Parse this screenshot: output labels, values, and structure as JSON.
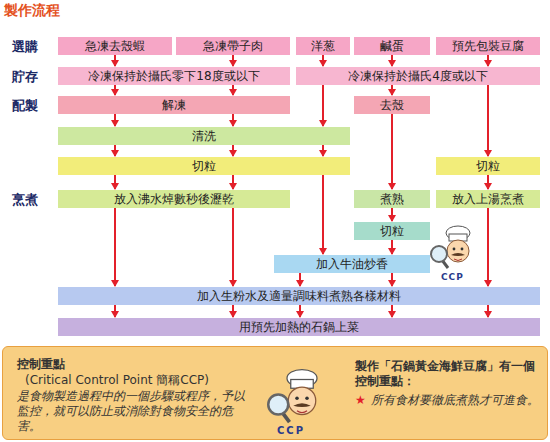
{
  "diagram": {
    "title": "製作流程",
    "nodes": [
      {
        "text": [
          "急凍去殼蝦"
        ]
      },
      {
        "text": [
          "急凍帶子肉"
        ]
      },
      {
        "text": [
          "洋葱"
        ]
      },
      {
        "text": [
          "鹹蛋"
        ]
      },
      {
        "text": [
          "預先包裝豆腐"
        ]
      },
      {
        "text": [
          "冷凍保持於攝氏零下18度或以下"
        ]
      },
      {
        "text": [
          "冷凍保持於攝氏4度或以下"
        ]
      },
      {
        "text": [
          "解凍"
        ]
      },
      {
        "text": [
          "去殼"
        ]
      },
      {
        "text": [
          "清洗"
        ]
      },
      {
        "text": [
          "切粒"
        ]
      },
      {
        "text": [
          "切粒"
        ]
      },
      {
        "text": [
          "放入沸水焯數秒後瀝乾"
        ]
      },
      {
        "text": [
          "煮熟"
        ]
      },
      {
        "text": [
          "放入上湯烹煮"
        ]
      },
      {
        "text": [
          "切粒"
        ]
      },
      {
        "text": [
          "加入牛油炒香"
        ]
      },
      {
        "text": [
          "加入生粉水及適量調味料煮熟各樣材料"
        ]
      },
      {
        "text": [
          "用預先加熱的石鍋上菜"
        ]
      },
      {
        "text": [
          "控制重點",
          "(Critical Control Point 簡稱CCP)",
          "是食物製造過程中的一個步驟或程序，予以監控，就可以防止或消除對食物安全的危害。",
          "製作「石鍋黃金海鮮豆腐」有一個控制重點：",
          "★",
          "所有食材要徹底煮熟才可進食。"
        ]
      }
    ],
    "edges": [
      {
        "from": 0,
        "to": 5,
        "arrow": "to"
      },
      {
        "from": 1,
        "to": 5,
        "arrow": "to"
      },
      {
        "from": 2,
        "to": 6,
        "arrow": "to"
      },
      {
        "from": 3,
        "to": 6,
        "arrow": "to"
      },
      {
        "from": 4,
        "to": 6,
        "arrow": "to"
      },
      {
        "from": 5,
        "to": 7,
        "arrow": "to"
      },
      {
        "from": 5,
        "to": 7,
        "arrow": "to"
      },
      {
        "from": 6,
        "to": 9,
        "arrow": "to"
      },
      {
        "from": 6,
        "to": 8,
        "arrow": "to"
      },
      {
        "from": 6,
        "to": 11,
        "arrow": "to"
      },
      {
        "from": 7,
        "to": 9,
        "arrow": "to"
      },
      {
        "from": 7,
        "to": 9,
        "arrow": "to"
      },
      {
        "from": 9,
        "to": 10,
        "arrow": "to"
      },
      {
        "from": 9,
        "to": 10,
        "arrow": "to"
      },
      {
        "from": 9,
        "to": 10,
        "arrow": "to"
      },
      {
        "from": 10,
        "to": 12,
        "arrow": "to"
      },
      {
        "from": 10,
        "to": 12,
        "arrow": "to"
      },
      {
        "from": 10,
        "to": 16,
        "arrow": "to"
      },
      {
        "from": 8,
        "to": 13,
        "arrow": "to"
      },
      {
        "from": 11,
        "to": 14,
        "arrow": "to"
      },
      {
        "from": 12,
        "to": 17,
        "arrow": "to"
      },
      {
        "from": 12,
        "to": 17,
        "arrow": "to"
      },
      {
        "from": 13,
        "to": 15,
        "arrow": "to"
      },
      {
        "from": 15,
        "to": 16,
        "arrow": "to"
      },
      {
        "from": 16,
        "to": 17,
        "arrow": "to"
      },
      {
        "from": 16,
        "to": 17,
        "arrow": "to"
      },
      {
        "from": 14,
        "to": 17,
        "arrow": "to"
      },
      {
        "from": 17,
        "to": 18,
        "arrow": "to"
      },
      {
        "from": 17,
        "to": 18,
        "arrow": "to"
      },
      {
        "from": 17,
        "to": 18,
        "arrow": "to"
      },
      {
        "from": 17,
        "to": 18,
        "arrow": "to"
      },
      {
        "from": 17,
        "to": 18,
        "arrow": "to"
      }
    ],
    "labels": [
      "選購",
      "貯存",
      "配製",
      "烹煮",
      "CCP",
      "CCP"
    ]
  }
}
